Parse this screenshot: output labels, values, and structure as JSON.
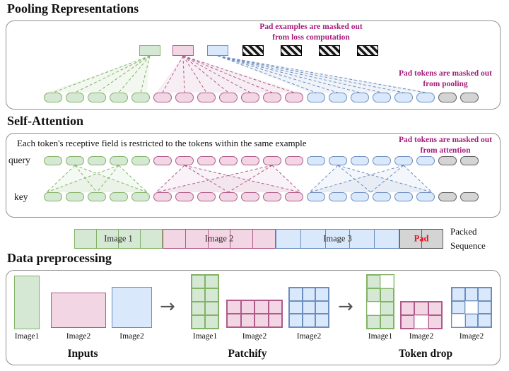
{
  "colors": {
    "green_fill": "#d5e8d4",
    "green_border": "#82b366",
    "pink_fill": "#f3d6e4",
    "pink_border": "#b05a8c",
    "blue_fill": "#dae8fc",
    "blue_border": "#6c8ebf",
    "gray_fill": "#d4d4d4",
    "gray_border": "#5f5f5f",
    "magenta_text": "#a81d7c",
    "pad_label_red": "#e8131d",
    "panel_border": "#909090"
  },
  "titles": {
    "pooling": "Pooling Representations",
    "attention": "Self-Attention",
    "preprocessing": "Data preprocessing"
  },
  "pooling": {
    "note_loss": "Pad examples are masked out\nfrom loss computation",
    "note_pool": "Pad tokens are masked out\nfrom pooling",
    "pooled_boxes": [
      "green",
      "pink",
      "blue",
      "pad",
      "pad",
      "pad",
      "pad"
    ],
    "token_groups": [
      {
        "color": "green",
        "count": 5
      },
      {
        "color": "pink",
        "count": 7
      },
      {
        "color": "blue",
        "count": 6
      },
      {
        "color": "gray",
        "count": 2
      }
    ]
  },
  "attention": {
    "note_restrict": "Each token's receptive field is restricted to the tokens within the same example",
    "note_mask": "Pad tokens are masked out\nfrom attention",
    "query_label": "query",
    "key_label": "key",
    "row_groups": [
      {
        "color": "green",
        "count": 5
      },
      {
        "color": "pink",
        "count": 7
      },
      {
        "color": "blue",
        "count": 6
      },
      {
        "color": "gray",
        "count": 2
      }
    ]
  },
  "packed_sequence": {
    "caption": "Packed\nSequence",
    "segments": [
      {
        "label": "Image 1",
        "color": "green",
        "cells": 4,
        "width": 125
      },
      {
        "label": "Image 2",
        "color": "pink",
        "cells": 5,
        "width": 160
      },
      {
        "label": "Image 3",
        "color": "blue",
        "cells": 5,
        "width": 175
      },
      {
        "label": "Pad",
        "color": "gray",
        "cells": 2,
        "width": 62,
        "label_color": "#e8131d"
      }
    ]
  },
  "preprocessing": {
    "stages": [
      {
        "label": "Inputs",
        "items": [
          {
            "name": "Image1",
            "color": "green",
            "kind": "rect"
          },
          {
            "name": "Image2",
            "color": "pink",
            "kind": "rect"
          },
          {
            "name": "Image2",
            "color": "blue",
            "kind": "rect"
          }
        ]
      },
      {
        "label": "Patchify",
        "items": [
          {
            "name": "Image1",
            "color": "green",
            "kind": "grid",
            "cols": 2,
            "rows": 4
          },
          {
            "name": "Image2",
            "color": "pink",
            "kind": "grid",
            "cols": 4,
            "rows": 2
          },
          {
            "name": "Image2",
            "color": "blue",
            "kind": "grid",
            "cols": 3,
            "rows": 3
          }
        ]
      },
      {
        "label": "Token drop",
        "items": [
          {
            "name": "Image1",
            "color": "green",
            "kind": "grid",
            "cols": 2,
            "rows": 4,
            "pattern": [
              [
                1,
                0
              ],
              [
                1,
                1
              ],
              [
                0,
                1
              ],
              [
                1,
                1
              ]
            ]
          },
          {
            "name": "Image2",
            "color": "pink",
            "kind": "grid",
            "cols": 3,
            "rows": 2,
            "pattern": [
              [
                1,
                1,
                1
              ],
              [
                1,
                0,
                1
              ]
            ]
          },
          {
            "name": "Image2",
            "color": "blue",
            "kind": "grid",
            "cols": 3,
            "rows": 3,
            "pattern": [
              [
                1,
                1,
                1
              ],
              [
                1,
                0,
                1
              ],
              [
                0,
                1,
                1
              ]
            ]
          }
        ]
      }
    ]
  }
}
